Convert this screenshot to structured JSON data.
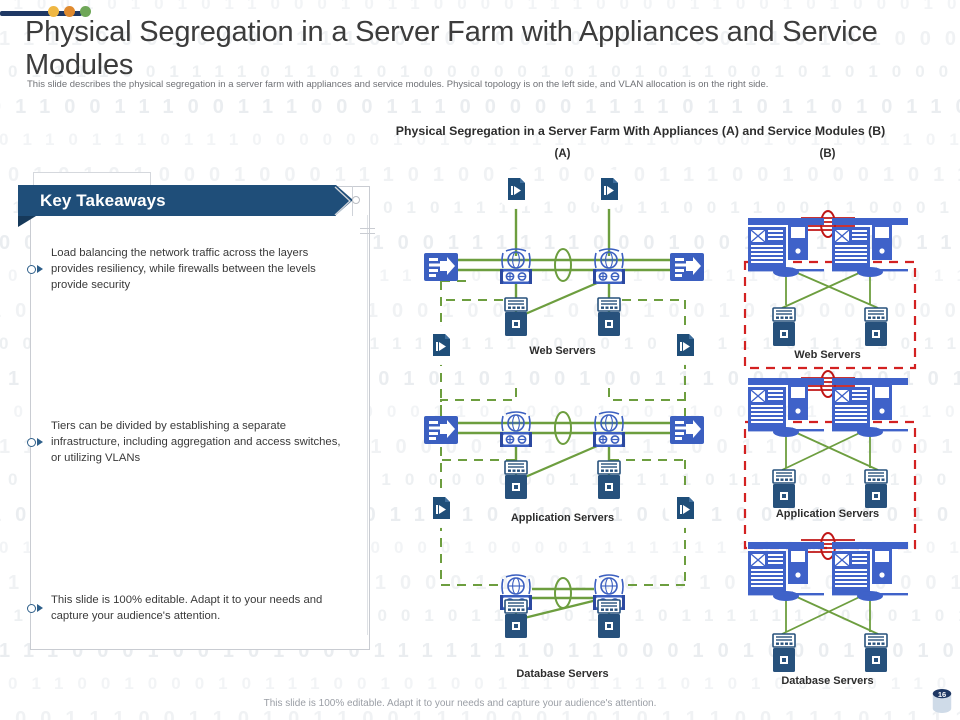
{
  "header": {
    "title": "Physical Segregation in a Server Farm with Appliances and Service Modules",
    "subtitle": "This slide describes the physical segregation in a server farm with appliances and service modules. Physical topology is on the left side, and VLAN allocation is on the right side.",
    "accent_line_color": "#1f3864",
    "dots": [
      "#efb743",
      "#e08a2e",
      "#6fa758"
    ]
  },
  "key_takeaways": {
    "title": "Key Takeaways",
    "banner_color": "#1f4e79",
    "items": [
      {
        "text": "Load balancing the network traffic across the layers provides resiliency, while firewalls between the levels provide security"
      },
      {
        "text": "Tiers can be divided by establishing a separate infrastructure, including aggregation and access switches, or utilizing VLANs"
      },
      {
        "text": "This slide is 100% editable. Adapt it to your needs and capture your audience's attention."
      }
    ]
  },
  "diagram": {
    "title": "Physical Segregation in a Server Farm With Appliances (A) and Service Modules (B)",
    "panel_a_label": "(A)",
    "panel_b_label": "(B)",
    "link_color": "#6d9e3f",
    "device_color": "#3b5fc0",
    "chassis_color": "#3f62c9",
    "server_color": "#27517c",
    "boundary_color": "#d32121",
    "panel_a": {
      "tiers": [
        {
          "name": "Web Servers",
          "switch_count": 2,
          "server_count": 2,
          "firewall_count": 2,
          "doc_icon_count": 4
        },
        {
          "name": "Application  Servers",
          "switch_count": 2,
          "server_count": 2,
          "firewall_count": 2,
          "doc_icon_count": 2
        },
        {
          "name": "Database Servers",
          "switch_count": 2,
          "server_count": 2,
          "firewall_count": 0,
          "doc_icon_count": 0
        }
      ]
    },
    "panel_b": {
      "tiers": [
        {
          "name": "Web Servers",
          "chassis_count": 2,
          "server_count": 2
        },
        {
          "name": "Application  Servers",
          "chassis_count": 2,
          "server_count": 2
        },
        {
          "name": "Database Servers",
          "chassis_count": 2,
          "server_count": 2
        }
      ]
    }
  },
  "footer": {
    "note": "This slide is 100% editable. Adapt it to your needs and capture your audience's attention.",
    "page_number": "16"
  }
}
